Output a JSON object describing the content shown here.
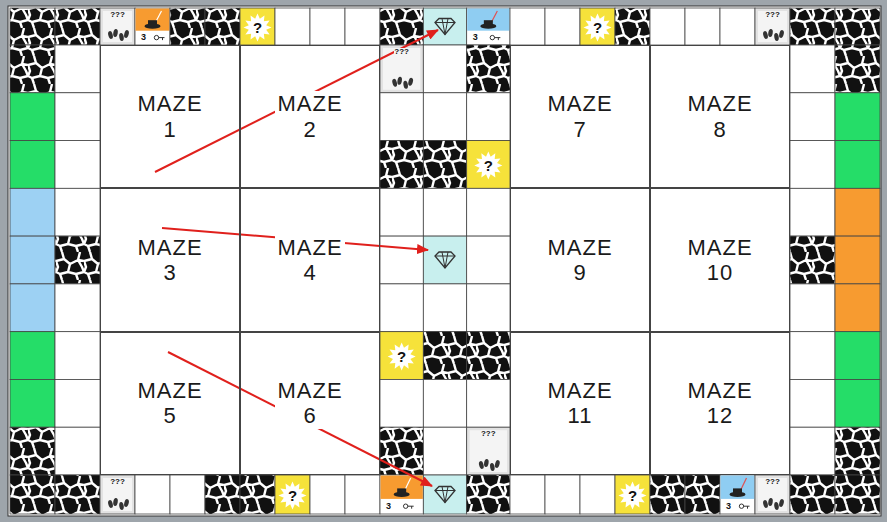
{
  "diagram": {
    "nodes": [
      {
        "text": [
          "MAZE 1"
        ]
      },
      {
        "text": [
          "MAZE 2"
        ]
      },
      {
        "text": [
          "MAZE 7"
        ]
      },
      {
        "text": [
          "MAZE 8"
        ]
      },
      {
        "text": [
          "MAZE 3"
        ]
      },
      {
        "text": [
          "MAZE 4"
        ]
      },
      {
        "text": [
          "MAZE 9"
        ]
      },
      {
        "text": [
          "MAZE 10"
        ]
      },
      {
        "text": [
          "MAZE 5"
        ]
      },
      {
        "text": [
          "MAZE 6"
        ]
      },
      {
        "text": [
          "MAZE 11"
        ]
      },
      {
        "text": [
          "MAZE 12"
        ]
      }
    ],
    "labels": [
      "???",
      "3",
      "?",
      "3",
      "?",
      "???",
      "???",
      "?",
      "?",
      "???",
      "???",
      "?",
      "3",
      "?",
      "3",
      "???"
    ]
  }
}
